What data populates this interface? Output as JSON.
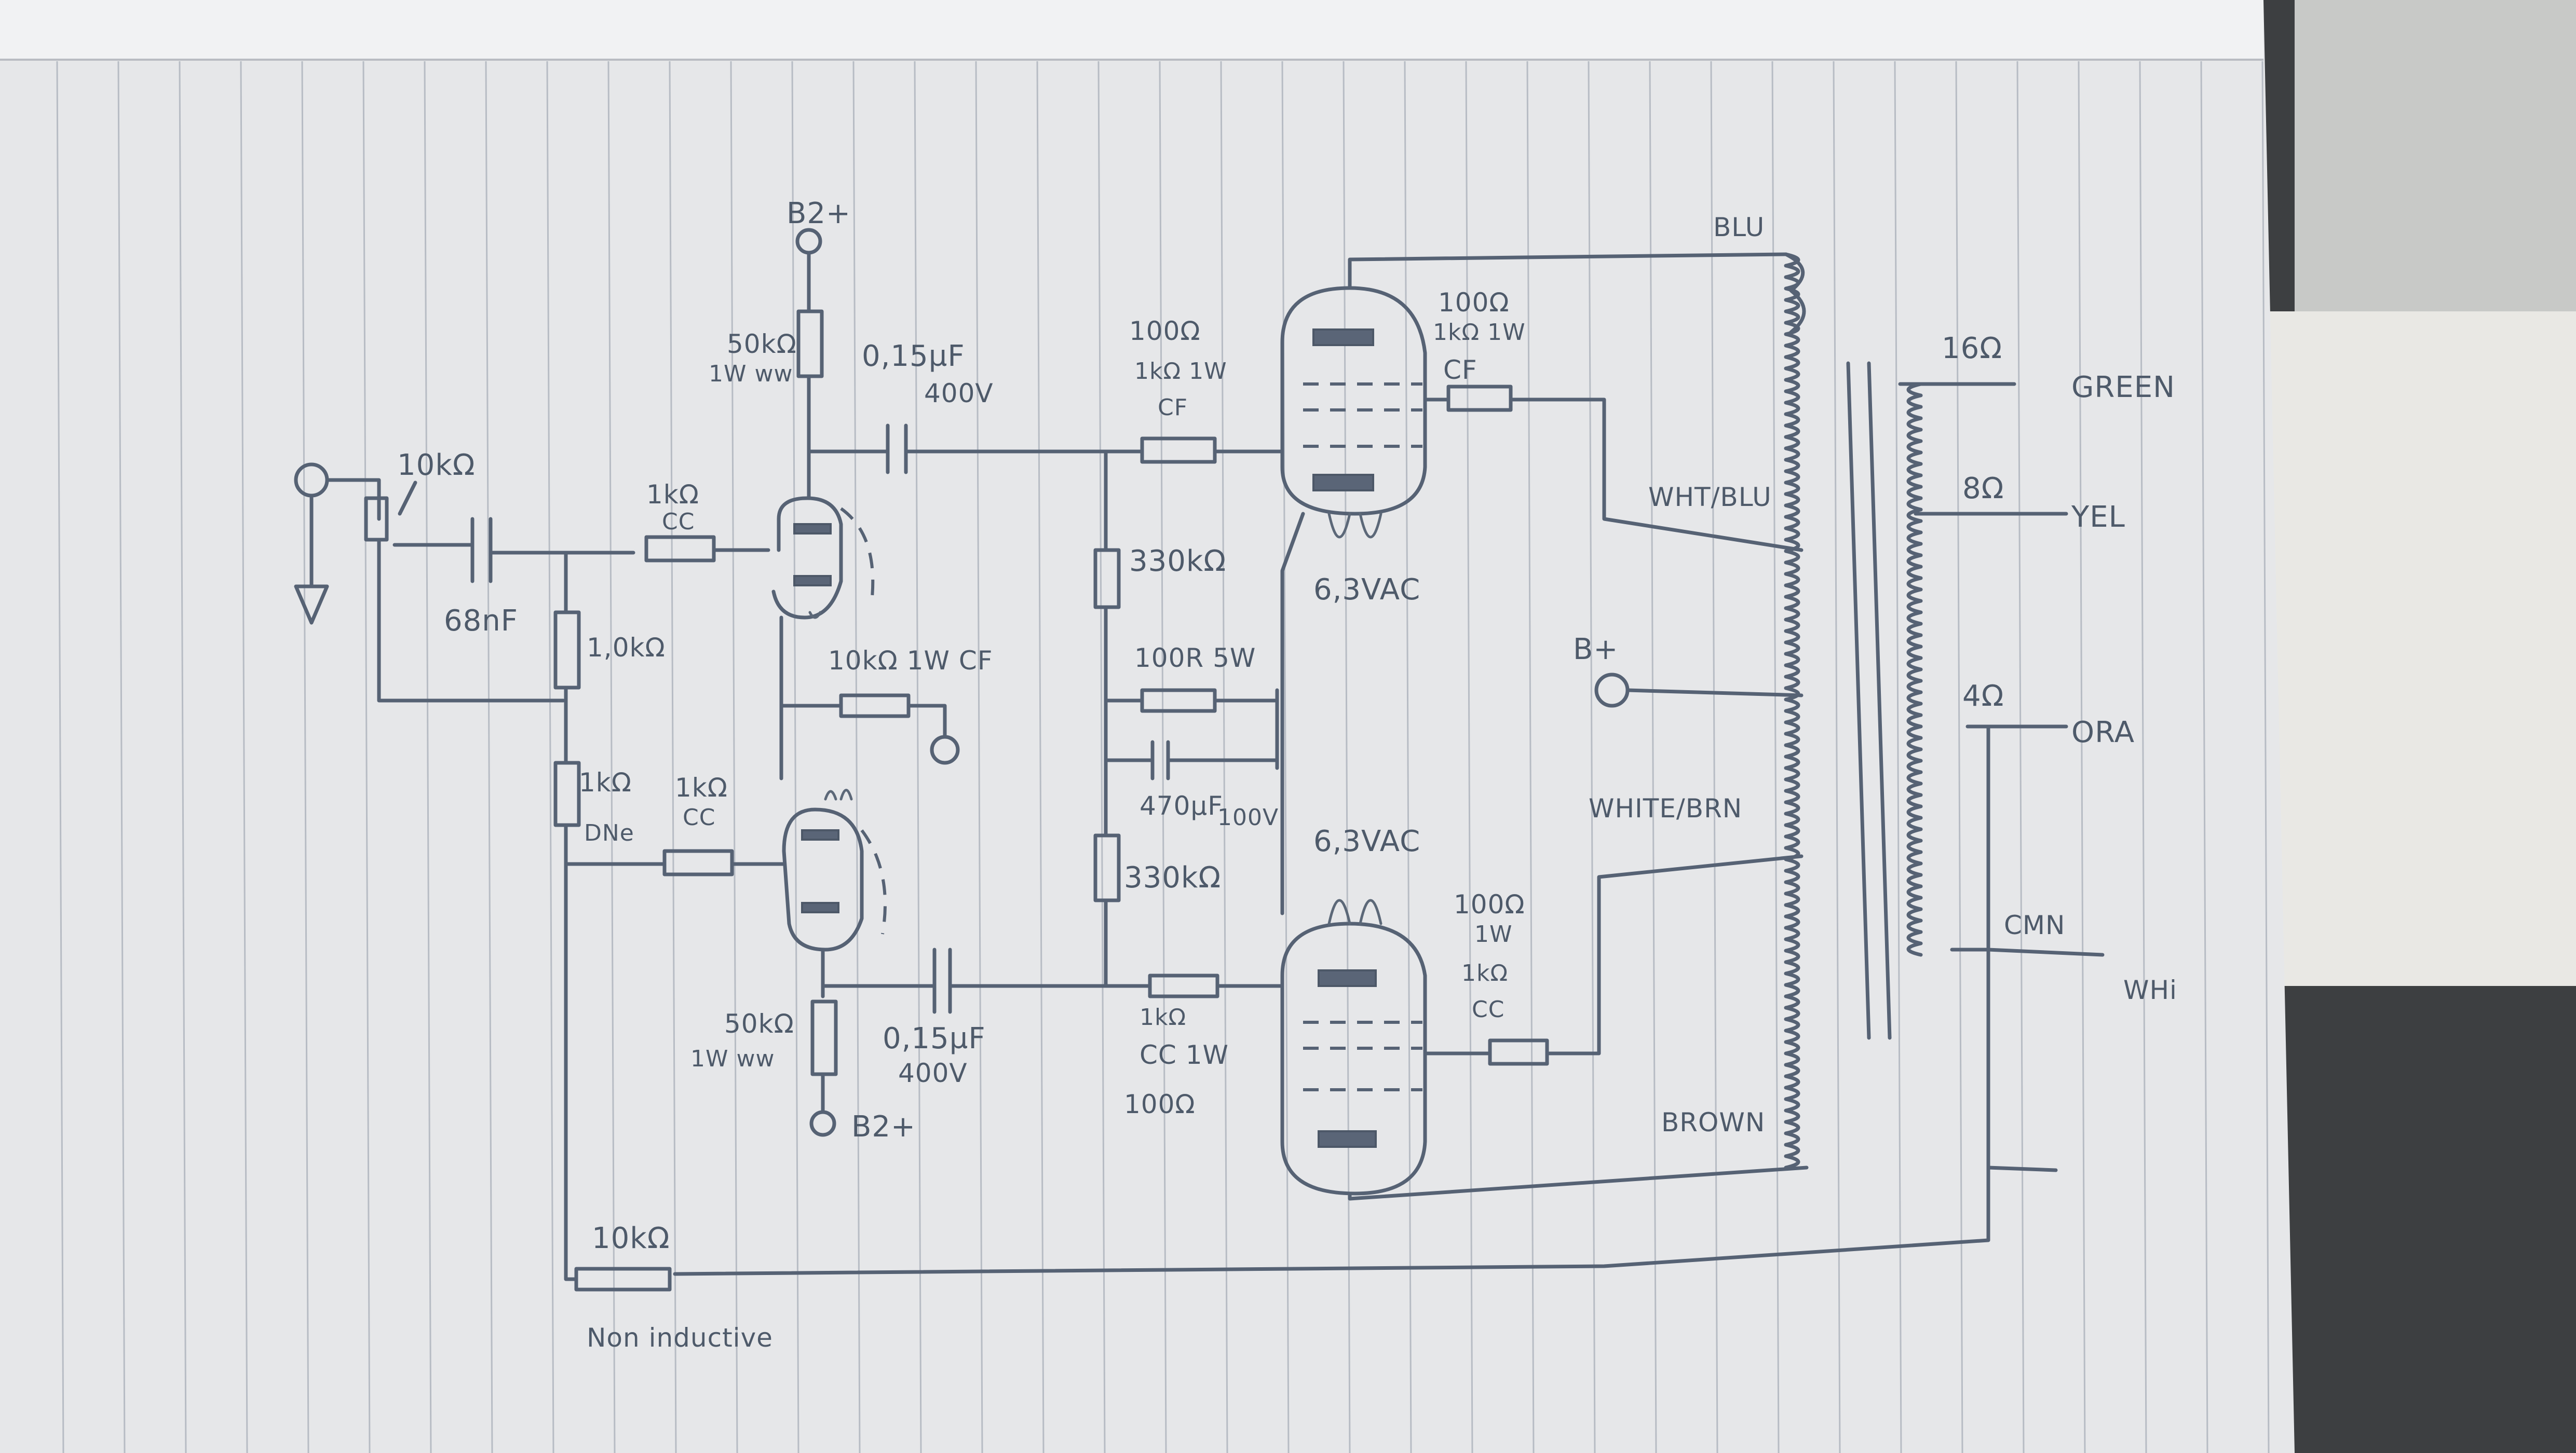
{
  "labels": {
    "b2_top": "B2+",
    "b2_bottom": "B2+",
    "b_plus": "B+",
    "r_input_pot": "10kΩ",
    "c_input": "68nF",
    "r_grid_1": "1kΩ",
    "r_grid_1_type": "CC",
    "r_grid_leak": "1,0kΩ",
    "r_tail_small": "1kΩ",
    "r_tail_small_type": "DNe",
    "r_grid_2": "1kΩ",
    "r_grid_2_type": "CC",
    "r_plate_top": "50kΩ",
    "r_plate_top_type": "1W ww",
    "c_couple_top": "0,15µF",
    "c_couple_top_v": "400V",
    "r_cathode": "10kΩ 1W CF",
    "r_plate_bottom": "50kΩ",
    "r_plate_bottom_type": "1W ww",
    "c_couple_bottom": "0,15µF",
    "c_couple_bottom_v": "400V",
    "r_grid_stop_top": "100Ω",
    "r_grid_stop_top_note": "1kΩ 1W",
    "r_grid_stop_top_type": "CF",
    "r_bias_top": "330kΩ",
    "r_bias_cath": "100R 5W",
    "c_bias": "470µF",
    "c_bias_v": "100V",
    "r_bias_bottom": "330kΩ",
    "r_grid_stop_bot_note": "1kΩ",
    "r_grid_stop_bot_type": "CC 1W",
    "r_grid_stop_bot": "100Ω",
    "heater_top": "6,3VAC",
    "heater_bottom": "6,3VAC",
    "r_screen_top": "100Ω",
    "r_screen_top_note": "1kΩ 1W",
    "r_screen_top_type": "CF",
    "r_screen_bot": "100Ω",
    "r_screen_bot_w": "1W",
    "r_screen_bot_note": "1kΩ",
    "r_screen_bot_type": "CC",
    "wire_blu": "BLU",
    "wire_wht_blu": "WHT/BLU",
    "wire_white_brn": "WHITE/BRN",
    "wire_brown": "BROWN",
    "tap_16": "16Ω",
    "tap_8": "8Ω",
    "tap_4": "4Ω",
    "tap_cmn": "CMN",
    "wire_green": "GREEN",
    "wire_yel": "YEL",
    "wire_ora": "ORA",
    "wire_whi": "WHi",
    "r_feedback": "10kΩ",
    "r_feedback_note": "Non inductive"
  }
}
